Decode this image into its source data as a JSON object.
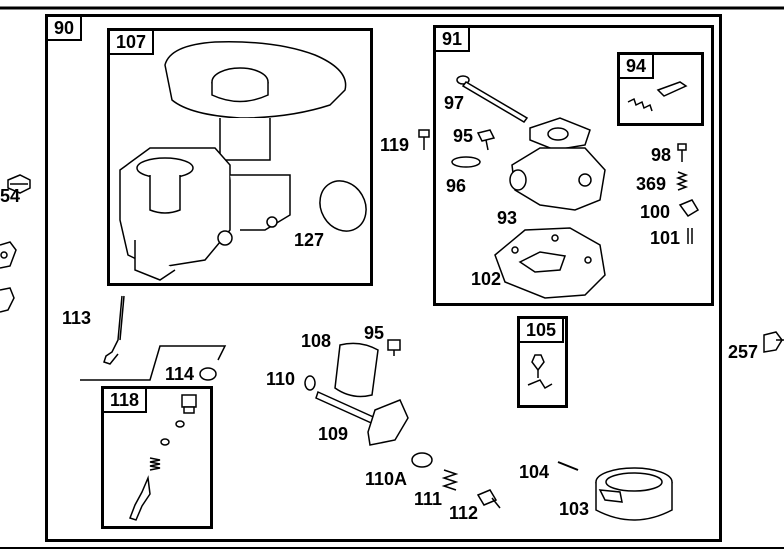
{
  "diagram": {
    "groups": {
      "g90": "90",
      "g107": "107",
      "g91": "91",
      "g94": "94",
      "g105": "105",
      "g118": "118"
    },
    "labels": {
      "l54": "54",
      "l119": "119",
      "l97": "97",
      "l95a": "95",
      "l96": "96",
      "l93": "93",
      "l98": "98",
      "l369": "369",
      "l100": "100",
      "l101": "101",
      "l102": "102",
      "l127": "127",
      "l113": "113",
      "l114": "114",
      "l108": "108",
      "l95b": "95",
      "l110": "110",
      "l109": "109",
      "l110A": "110A",
      "l111": "111",
      "l112": "112",
      "l104": "104",
      "l103": "103",
      "l257": "257"
    }
  }
}
